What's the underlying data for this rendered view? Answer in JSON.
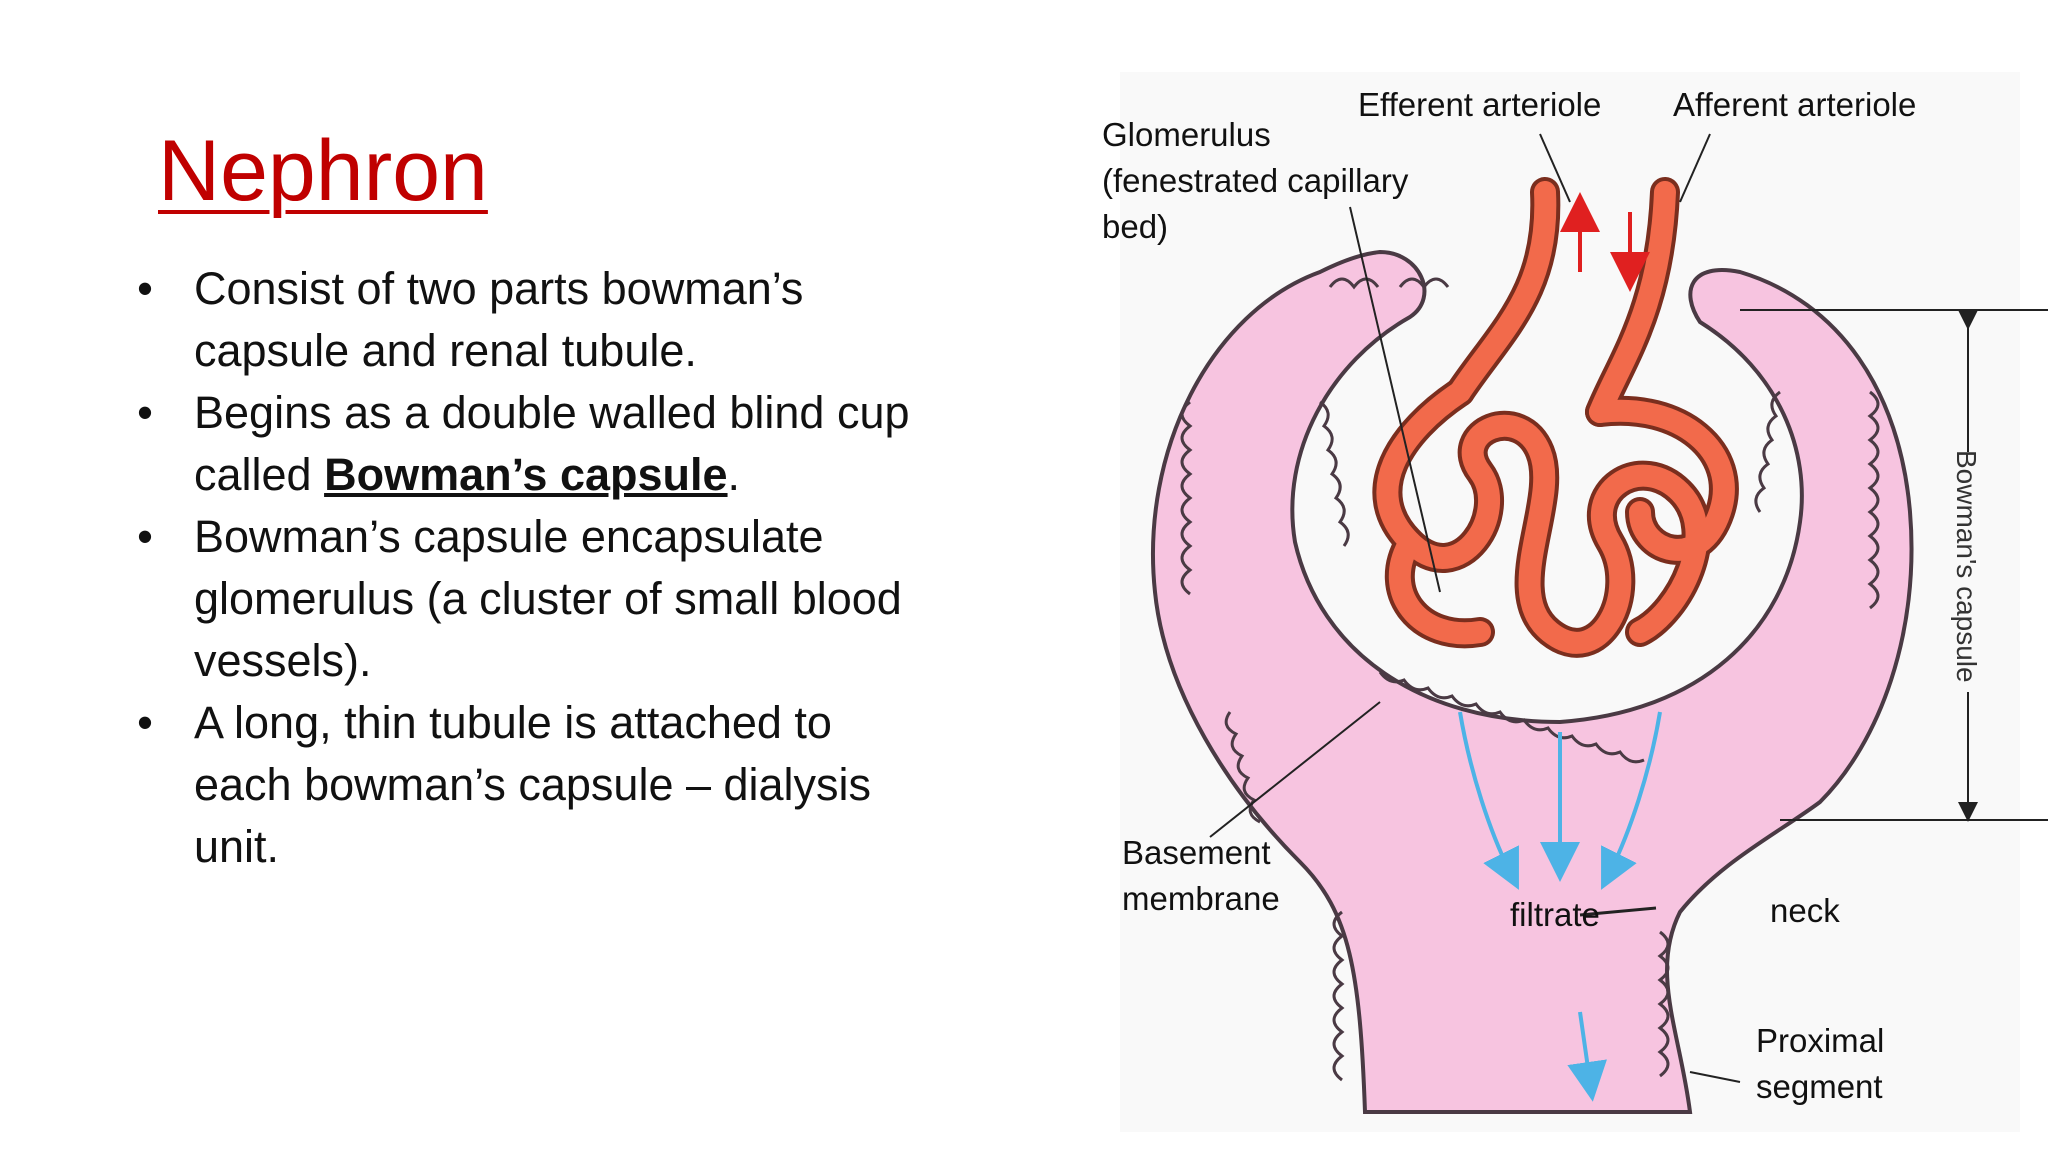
{
  "slide": {
    "title": "Nephron",
    "bullets": [
      {
        "text": "Consist of two parts bowman’s capsule and renal tubule."
      },
      {
        "prefix": "Begins as a double walled blind cup called ",
        "bold": "Bowman’s capsule",
        "suffix": "."
      },
      {
        "text": "Bowman’s capsule encapsulate glomerulus (a cluster of small blood vessels)."
      },
      {
        "text": "A long, thin tubule is attached to each bowman’s capsule – dialysis unit."
      }
    ]
  },
  "diagram": {
    "labels": {
      "efferent": "Efferent arteriole",
      "afferent": "Afferent arteriole",
      "glomerulus": [
        "Glomerulus",
        "(fenestrated capillary",
        "bed)"
      ],
      "basement": [
        "Basement",
        "membrane"
      ],
      "filtrate": "filtrate",
      "neck": "neck",
      "proximal": [
        "Proximal",
        "segment"
      ],
      "bowmans_capsule": "Bowman's capsule"
    },
    "colors": {
      "capsule": "#f7c4e0",
      "capsule_outline": "#4a3a44",
      "vessel": "#f26a4b",
      "filtrate_arrow": "#4db3e6",
      "blood_arrow": "#e02020",
      "title": "#c00000"
    }
  }
}
